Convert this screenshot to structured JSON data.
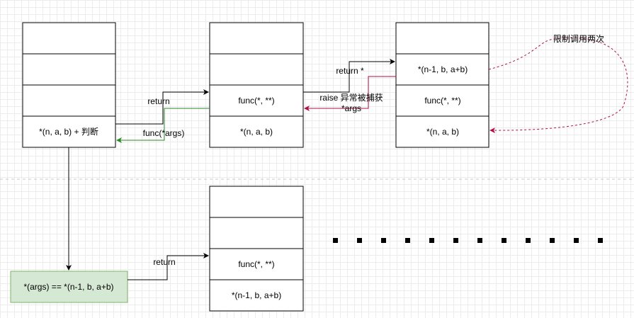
{
  "stacks": {
    "a": {
      "cells": [
        "",
        "",
        "",
        "*(n, a, b) + 判断"
      ]
    },
    "b": {
      "cells": [
        "",
        "",
        "func(*, **)",
        "*(n, a, b)"
      ]
    },
    "c": {
      "cells": [
        "",
        "*(n-1, b, a+b)",
        "func(*, **)",
        "*(n, a, b)"
      ]
    },
    "d": {
      "cells": [
        "",
        "",
        "func(*, **)",
        "*(n-1, b, a+b)"
      ]
    }
  },
  "green_box": "*(args) == *(n-1, b, a+b)",
  "labels": {
    "return_ab": "return",
    "func_args": "func(*args)",
    "return_bc": "return *",
    "raise": "raise 异常被捕获",
    "args": "*args",
    "limit": "限制调用两次",
    "return_bottom": "return"
  },
  "colors": {
    "green_fill": "#d5e8d4",
    "green_stroke": "#82b366",
    "green_arrow": "#2a8a2a",
    "red_arrow": "#b0104a"
  },
  "ellipsis_dots": 12
}
